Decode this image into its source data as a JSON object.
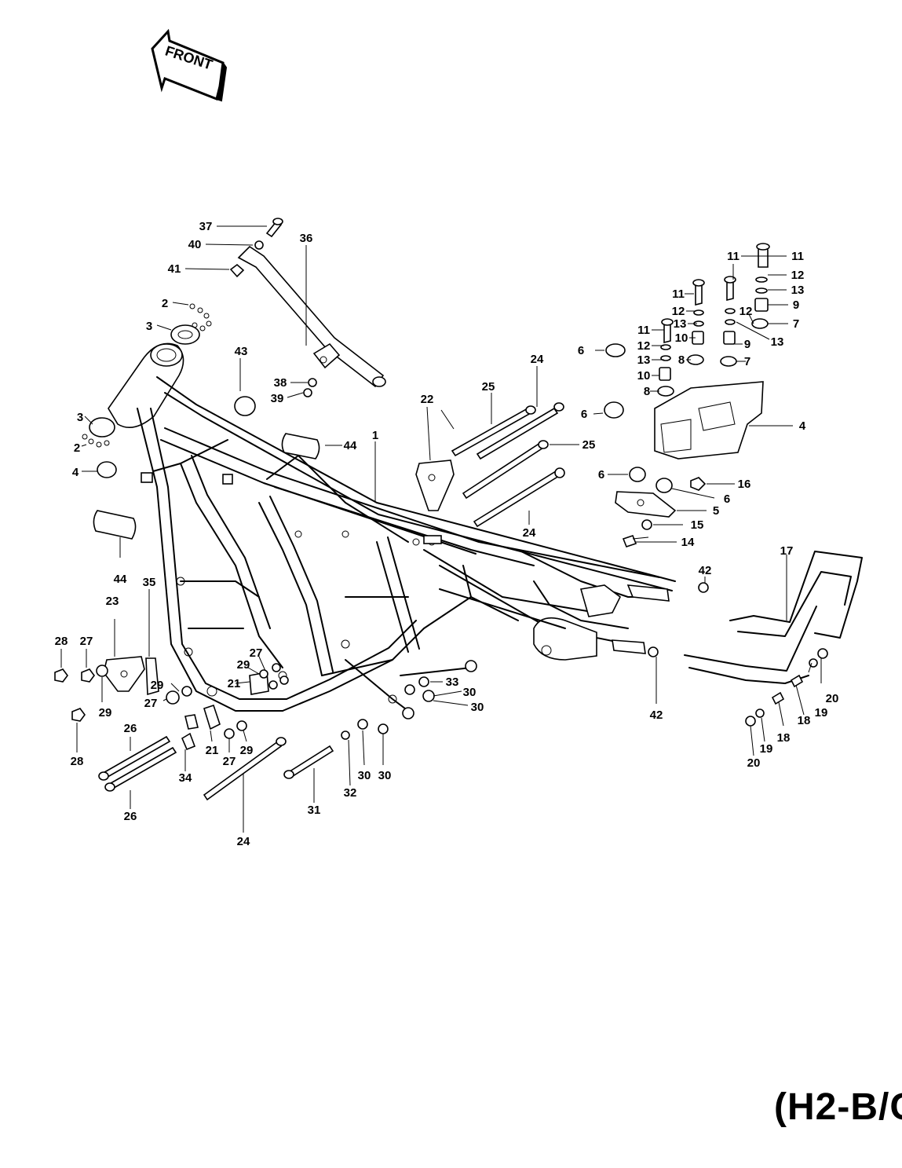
{
  "front_arrow": {
    "label": "FRONT"
  },
  "model_code": "(H2-B/C",
  "callouts": {
    "c1": "1",
    "c2a": "2",
    "c2b": "2",
    "c3a": "3",
    "c3b": "3",
    "c4a": "4",
    "c4b": "4",
    "c5": "5",
    "c6a": "6",
    "c6b": "6",
    "c6c": "6",
    "c6d": "6",
    "c7a": "7",
    "c7b": "7",
    "c8a": "8",
    "c8b": "8",
    "c9a": "9",
    "c9b": "9",
    "c10a": "10",
    "c10b": "10",
    "c11a": "11",
    "c11b": "11",
    "c11c": "11",
    "c11d": "11",
    "c12a": "12",
    "c12b": "12",
    "c12c": "12",
    "c12d": "12",
    "c13a": "13",
    "c13b": "13",
    "c13c": "13",
    "c13d": "13",
    "c14": "14",
    "c15": "15",
    "c16": "16",
    "c17": "17",
    "c18a": "18",
    "c18b": "18",
    "c19a": "19",
    "c19b": "19",
    "c20a": "20",
    "c20b": "20",
    "c21a": "21",
    "c21b": "21",
    "c22": "22",
    "c23": "23",
    "c24a": "24",
    "c24b": "24",
    "c24c": "24",
    "c25a": "25",
    "c25b": "25",
    "c26a": "26",
    "c26b": "26",
    "c27a": "27",
    "c27b": "27",
    "c27c": "27",
    "c27d": "27",
    "c28a": "28",
    "c28b": "28",
    "c29a": "29",
    "c29b": "29",
    "c29c": "29",
    "c29d": "29",
    "c30a": "30",
    "c30b": "30",
    "c30c": "30",
    "c30d": "30",
    "c31": "31",
    "c32": "32",
    "c33": "33",
    "c34": "34",
    "c35": "35",
    "c36": "36",
    "c37": "37",
    "c38": "38",
    "c39": "39",
    "c40": "40",
    "c41": "41",
    "c42a": "42",
    "c42b": "42",
    "c43": "43",
    "c44a": "44",
    "c44b": "44"
  }
}
